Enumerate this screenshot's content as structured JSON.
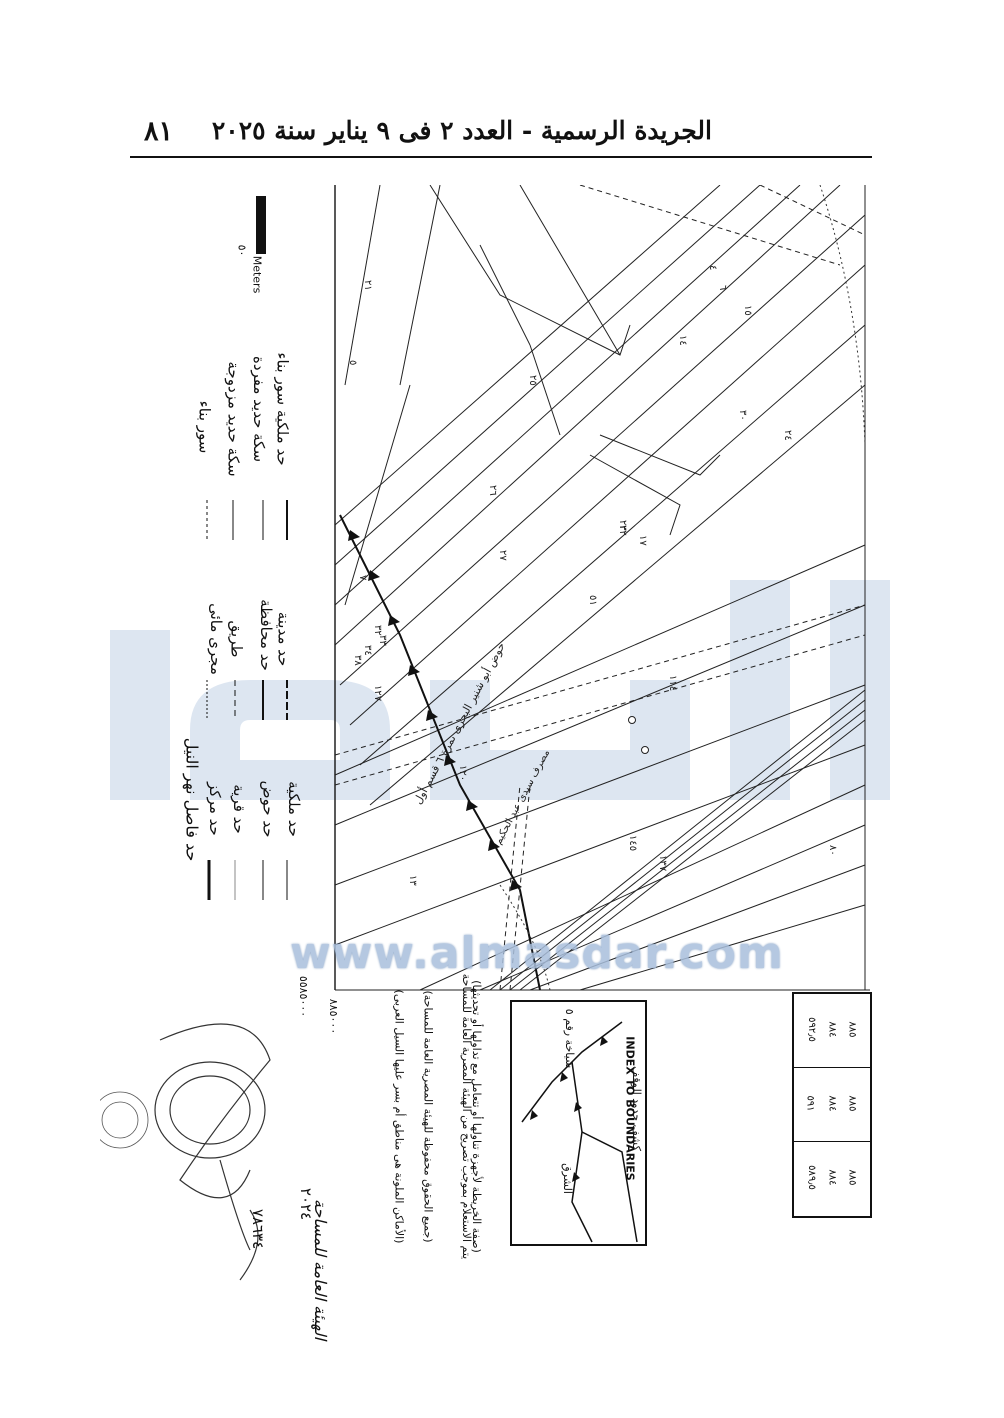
{
  "header": {
    "page_number": "٨١",
    "gazette_title": "الجريدة الرسمية - العدد ٢ فى ٩ يناير سنة ٢٠٢٥"
  },
  "scale": {
    "unit": "Meters",
    "value": "٥٠"
  },
  "legend": {
    "col1": [
      "حد ملكية سور بناء",
      "سكة حديد مفردة",
      "سكة حديد مزدوجة",
      "سور بناء"
    ],
    "col2": [
      "حد مدينة",
      "حد محافظة",
      "طريق",
      "مجرى مائى"
    ],
    "col3": [
      "حد ملكية",
      "حد حوض",
      "حد قرية",
      "حد مركز",
      "حد فاصل نهر النيل"
    ]
  },
  "parcels": [
    "٢١",
    "٥",
    "٢٥",
    "٢٦",
    "٢٧",
    "٢٣",
    "٢٤",
    "٧",
    "٦",
    "٤",
    "١٥",
    "١٤",
    "٣٠",
    "٢٢",
    "١٧",
    "٥١",
    "١١٤",
    "٣٢",
    "٣٤",
    "٣٨",
    "٣٣",
    "١٢٧",
    "١٣",
    "٨٠",
    "١٤٥",
    "١٣٧"
  ],
  "map_labels": {
    "basin_label": "حوض أبو شنير البحرى نمرة ٦ قسم أول",
    "basin_number": "١٢٠",
    "canal_label": "مصرف سيدى عبد الحكيم"
  },
  "coordinates": {
    "x_label": "٨٨٥٠٠٠",
    "y_label": "٥٥٨٥٠٠٠"
  },
  "index": {
    "title_en": "INDEX TO BOUNDARIES",
    "title_ar": "كشف حدود الوقف",
    "sheet_label": "شياخة رقم ٥",
    "north_label": "الشرق"
  },
  "coord_table": [
    [
      "٨٨٥",
      "٨٨٤",
      "٥٩٢٫٥"
    ],
    [
      "٨٨٥",
      "٨٨٤",
      "٥٩١"
    ],
    [
      "٨٨٥",
      "٨٨٤",
      "٥٨٩٫٥"
    ]
  ],
  "notes": [
    "(صفة الخريطة لأجهزة تناولها أو تتعامل مع تداولها أو تحديثها)",
    "يتم الاستعلام بموجب تصريح من الهيئة المصرية العامة للمساحة",
    "(جميع الحقوق محفوظة للهيئة المصرية العامة للمساحة)",
    "(الأماكن الملونة هى مناطق أم بسر عليها السيل العربى)"
  ],
  "signature": {
    "authority": "الهيئة العامة للمساحة",
    "ref": "٧٨٦٣٤",
    "date": "٢٠٢٤"
  },
  "watermark": {
    "arabic": "المصدر",
    "url": "www.almasdar.com"
  }
}
